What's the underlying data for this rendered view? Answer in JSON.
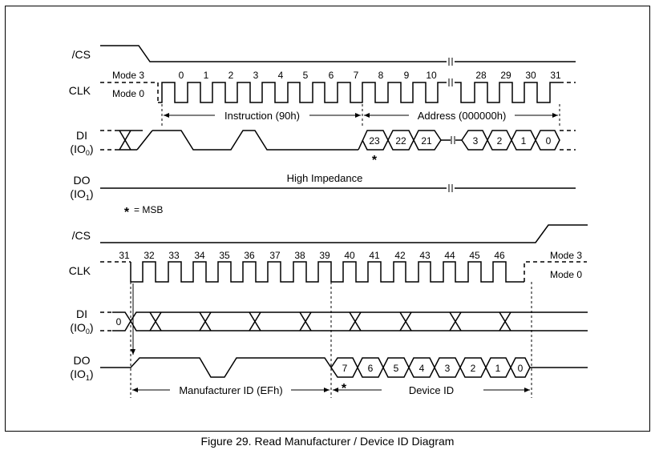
{
  "caption": "Figure 29. Read Manufacturer / Device ID Diagram",
  "top": {
    "cs_label": "/CS",
    "clk_label": "CLK",
    "mode3": "Mode 3",
    "mode0": "Mode 0",
    "clk_numbers": [
      "0",
      "1",
      "2",
      "3",
      "4",
      "5",
      "6",
      "7",
      "8",
      "9",
      "10",
      "28",
      "29",
      "30",
      "31"
    ],
    "instruction_label": "Instruction (90h)",
    "address_label": "Address (000000h)",
    "di_label": "DI",
    "di_sub": "(IO",
    "di_sub_index": "0",
    "di_sub_close": ")",
    "di_bits": [
      "23",
      "22",
      "21",
      "3",
      "2",
      "1",
      "0"
    ],
    "do_label": "DO",
    "do_sub": "(IO",
    "do_sub_index": "1",
    "do_sub_close": ")",
    "high_impedance": "High Impedance",
    "msb_star": "*",
    "msb_note": "= MSB"
  },
  "bottom": {
    "cs_label": "/CS",
    "clk_label": "CLK",
    "mode3": "Mode 3",
    "mode0": "Mode 0",
    "clk_numbers": [
      "31",
      "32",
      "33",
      "34",
      "35",
      "36",
      "37",
      "38",
      "39",
      "40",
      "41",
      "42",
      "43",
      "44",
      "45",
      "46"
    ],
    "di_label": "DI",
    "di_sub": "(IO",
    "di_sub_index": "0",
    "di_sub_close": ")",
    "di_first_bit": "0",
    "do_label": "DO",
    "do_sub": "(IO",
    "do_sub_index": "1",
    "do_sub_close": ")",
    "do_bits": [
      "7",
      "6",
      "5",
      "4",
      "3",
      "2",
      "1",
      "0"
    ],
    "manufacturer_label": "Manufacturer ID (EFh)",
    "device_label": "Device ID",
    "msb_star": "*"
  }
}
